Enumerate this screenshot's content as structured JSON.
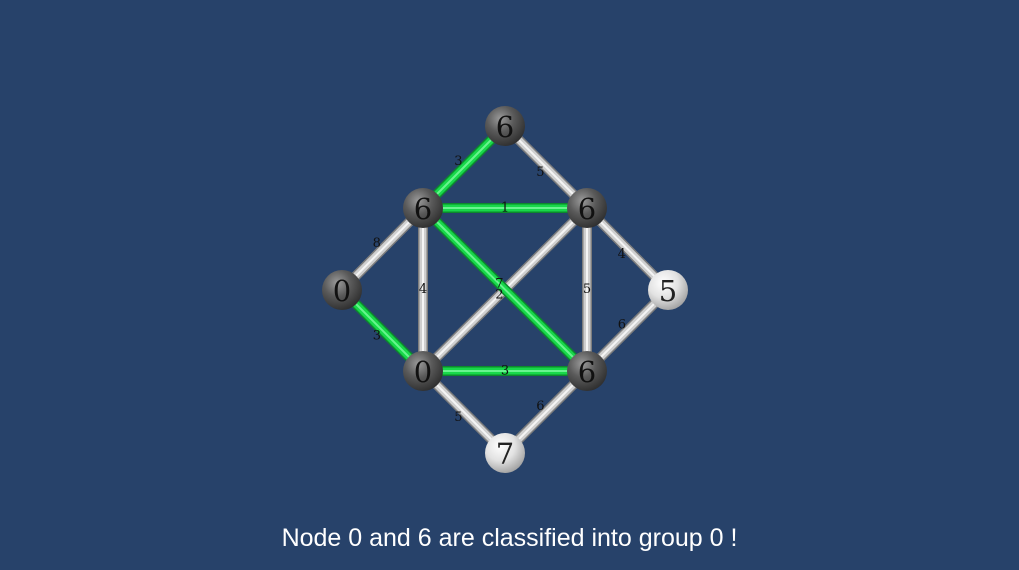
{
  "colors": {
    "background": "#27426a",
    "edge_default": "#cfcfcf",
    "edge_selected": "#18d84a",
    "node_dark": "#4a4a4a",
    "node_light": "#e6e6e6"
  },
  "graph": {
    "nodes": [
      {
        "id": "top",
        "label": "6",
        "style": "dark"
      },
      {
        "id": "upper-left",
        "label": "6",
        "style": "dark"
      },
      {
        "id": "upper-right",
        "label": "6",
        "style": "dark"
      },
      {
        "id": "far-left",
        "label": "0",
        "style": "dark"
      },
      {
        "id": "far-right",
        "label": "5",
        "style": "light"
      },
      {
        "id": "lower-left",
        "label": "0",
        "style": "dark"
      },
      {
        "id": "lower-right",
        "label": "6",
        "style": "dark"
      },
      {
        "id": "bottom",
        "label": "7",
        "style": "light"
      }
    ],
    "edges": [
      {
        "from": "top",
        "to": "upper-left",
        "weight": "3",
        "selected": true
      },
      {
        "from": "top",
        "to": "upper-right",
        "weight": "5",
        "selected": false
      },
      {
        "from": "upper-left",
        "to": "upper-right",
        "weight": "1",
        "selected": true
      },
      {
        "from": "upper-left",
        "to": "far-left",
        "weight": "8",
        "selected": false
      },
      {
        "from": "upper-left",
        "to": "lower-left",
        "weight": "4",
        "selected": false
      },
      {
        "from": "upper-left",
        "to": "lower-right",
        "weight": "2",
        "selected": true
      },
      {
        "from": "upper-right",
        "to": "lower-left",
        "weight": "7",
        "selected": false
      },
      {
        "from": "upper-right",
        "to": "lower-right",
        "weight": "5",
        "selected": false
      },
      {
        "from": "upper-right",
        "to": "far-right",
        "weight": "4",
        "selected": false
      },
      {
        "from": "far-left",
        "to": "lower-left",
        "weight": "3",
        "selected": true
      },
      {
        "from": "lower-left",
        "to": "lower-right",
        "weight": "3",
        "selected": true
      },
      {
        "from": "far-right",
        "to": "lower-right",
        "weight": "6",
        "selected": false
      },
      {
        "from": "lower-left",
        "to": "bottom",
        "weight": "5",
        "selected": false
      },
      {
        "from": "lower-right",
        "to": "bottom",
        "weight": "6",
        "selected": false
      }
    ]
  },
  "status_message": "Node 0 and 6 are classified into group 0 !"
}
